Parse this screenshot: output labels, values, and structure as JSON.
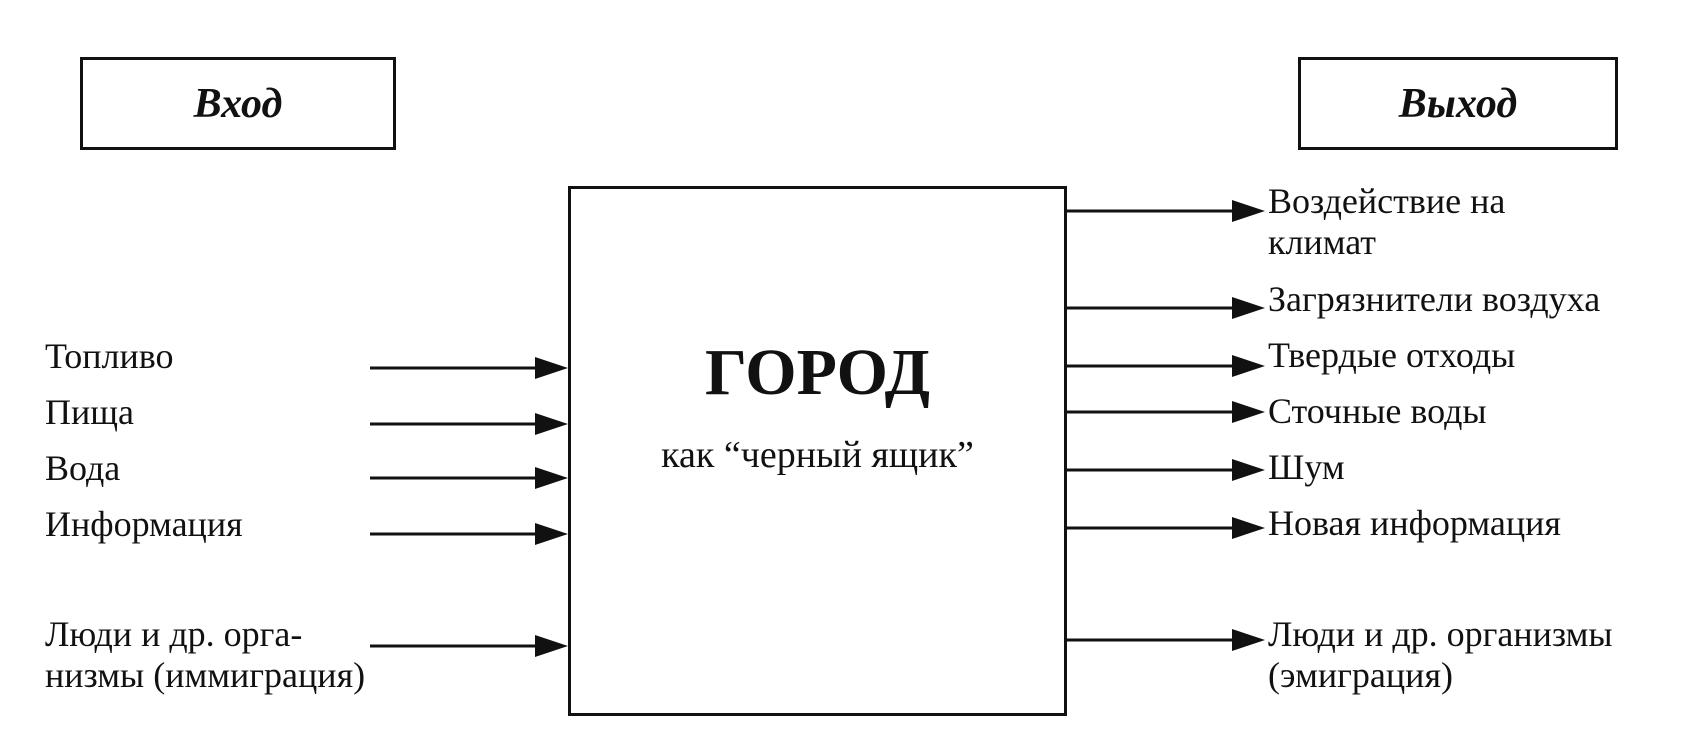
{
  "header": {
    "input_label": "Вход",
    "output_label": "Выход"
  },
  "city": {
    "title": "ГОРОД",
    "subtitle": "как “черный ящик”"
  },
  "inputs": [
    {
      "lines": [
        "Топливо"
      ]
    },
    {
      "lines": [
        "Пища"
      ]
    },
    {
      "lines": [
        "Вода"
      ]
    },
    {
      "lines": [
        "Информация"
      ]
    },
    {
      "lines": [
        "Люди и др. орга-",
        "низмы (иммиграция)"
      ]
    }
  ],
  "outputs": [
    {
      "lines": [
        "Воздействие на",
        "климат"
      ]
    },
    {
      "lines": [
        "Загрязнители воздуха"
      ]
    },
    {
      "lines": [
        "Твердые отходы"
      ]
    },
    {
      "lines": [
        "Сточные воды"
      ]
    },
    {
      "lines": [
        "Шум"
      ]
    },
    {
      "lines": [
        "Новая информация"
      ]
    },
    {
      "lines": [
        "Люди и др. организмы",
        "(эмиграция)"
      ]
    }
  ]
}
